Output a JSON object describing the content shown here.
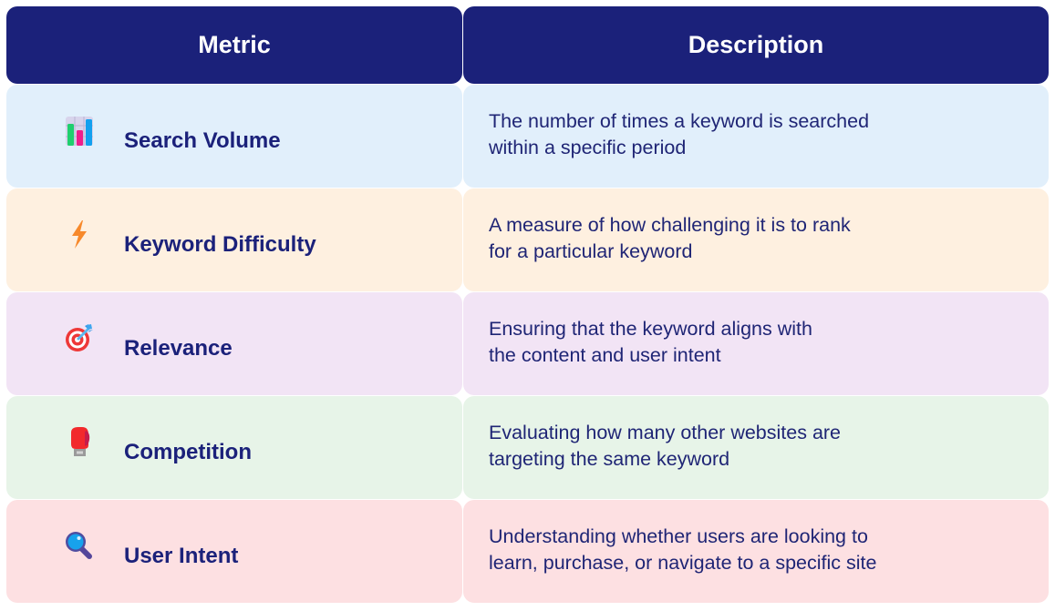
{
  "header": {
    "metric": "Metric",
    "description": "Description",
    "background": "#1b217a"
  },
  "rows": [
    {
      "metric": "Search Volume",
      "icon": "bar-chart-icon",
      "background": "#e1effb",
      "description_lines": [
        "The number of times a keyword is searched",
        "within a specific period"
      ]
    },
    {
      "metric": "Keyword Difficulty",
      "icon": "lightning-bolt-icon",
      "background": "#fef0e0",
      "description_lines": [
        "A measure of how challenging it is to rank",
        "for a particular keyword"
      ]
    },
    {
      "metric": "Relevance",
      "icon": "target-dart-icon",
      "background": "#f2e4f5",
      "description_lines": [
        "Ensuring that the keyword aligns with",
        "the content and user intent"
      ]
    },
    {
      "metric": "Competition",
      "icon": "boxing-glove-icon",
      "background": "#e7f4e8",
      "description_lines": [
        "Evaluating how many other websites are",
        "targeting the same keyword"
      ]
    },
    {
      "metric": "User Intent",
      "icon": "magnifying-glass-icon",
      "background": "#fde0e2",
      "description_lines": [
        "Understanding whether users are looking to",
        "learn, purchase, or navigate to a specific site"
      ]
    }
  ]
}
